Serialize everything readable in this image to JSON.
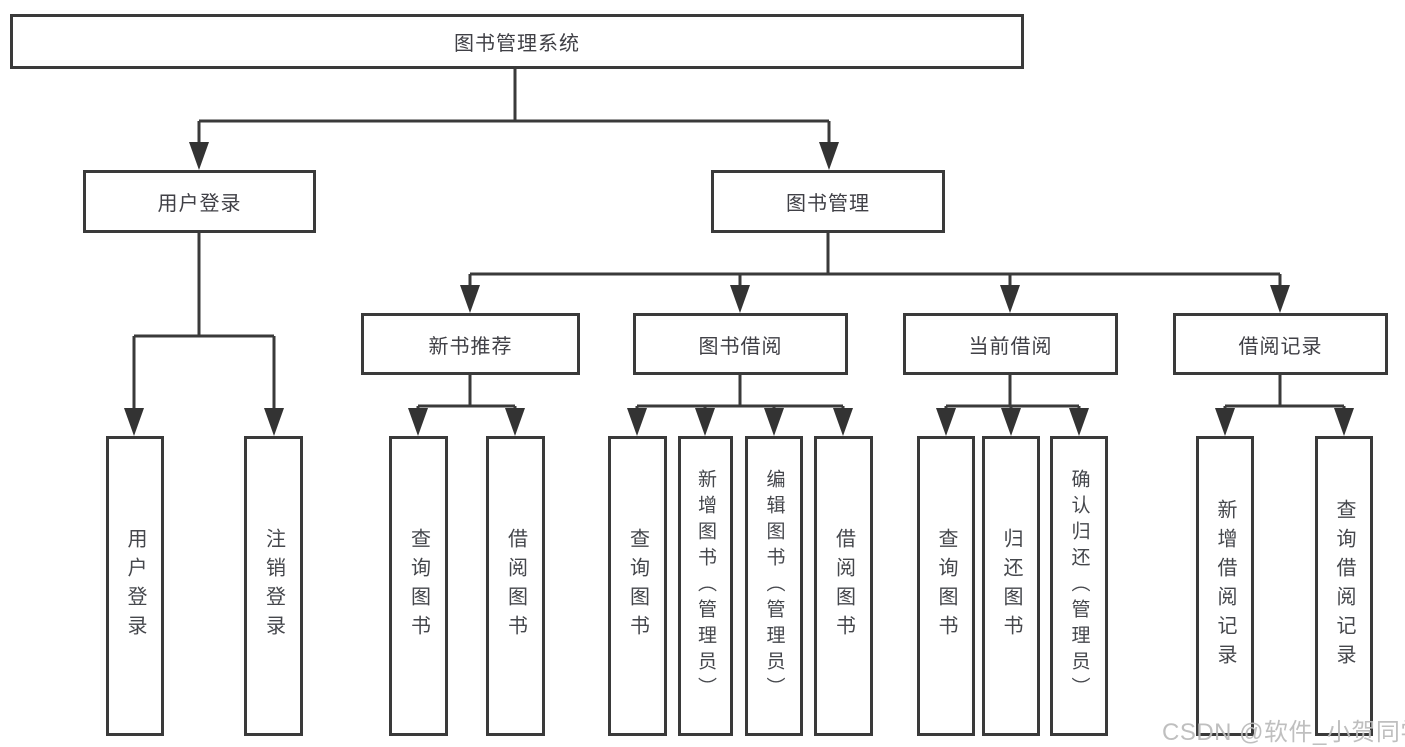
{
  "tree": {
    "root": {
      "label": "图书管理系统"
    },
    "branches": [
      {
        "label": "用户登录",
        "children": [
          {
            "label": "用户登录"
          },
          {
            "label": "注销登录"
          }
        ]
      },
      {
        "label": "图书管理",
        "children": [
          {
            "label": "新书推荐",
            "children": [
              {
                "label": "查询图书"
              },
              {
                "label": "借阅图书"
              }
            ]
          },
          {
            "label": "图书借阅",
            "children": [
              {
                "label": "查询图书"
              },
              {
                "label": "新增图书（管理员）"
              },
              {
                "label": "编辑图书（管理员）"
              },
              {
                "label": "借阅图书"
              }
            ]
          },
          {
            "label": "当前借阅",
            "children": [
              {
                "label": "查询图书"
              },
              {
                "label": "归还图书"
              },
              {
                "label": "确认归还（管理员）"
              }
            ]
          },
          {
            "label": "借阅记录",
            "children": [
              {
                "label": "新增借阅记录"
              },
              {
                "label": "查询借阅记录"
              }
            ]
          }
        ]
      }
    ]
  },
  "watermark": {
    "text": "CSDN @软件_小贺同学"
  },
  "colors": {
    "line": "#3a3a3a",
    "box_border": "#3a3a3a",
    "text": "#45474c",
    "watermark": "#bcbcbc",
    "background": "#ffffff"
  }
}
